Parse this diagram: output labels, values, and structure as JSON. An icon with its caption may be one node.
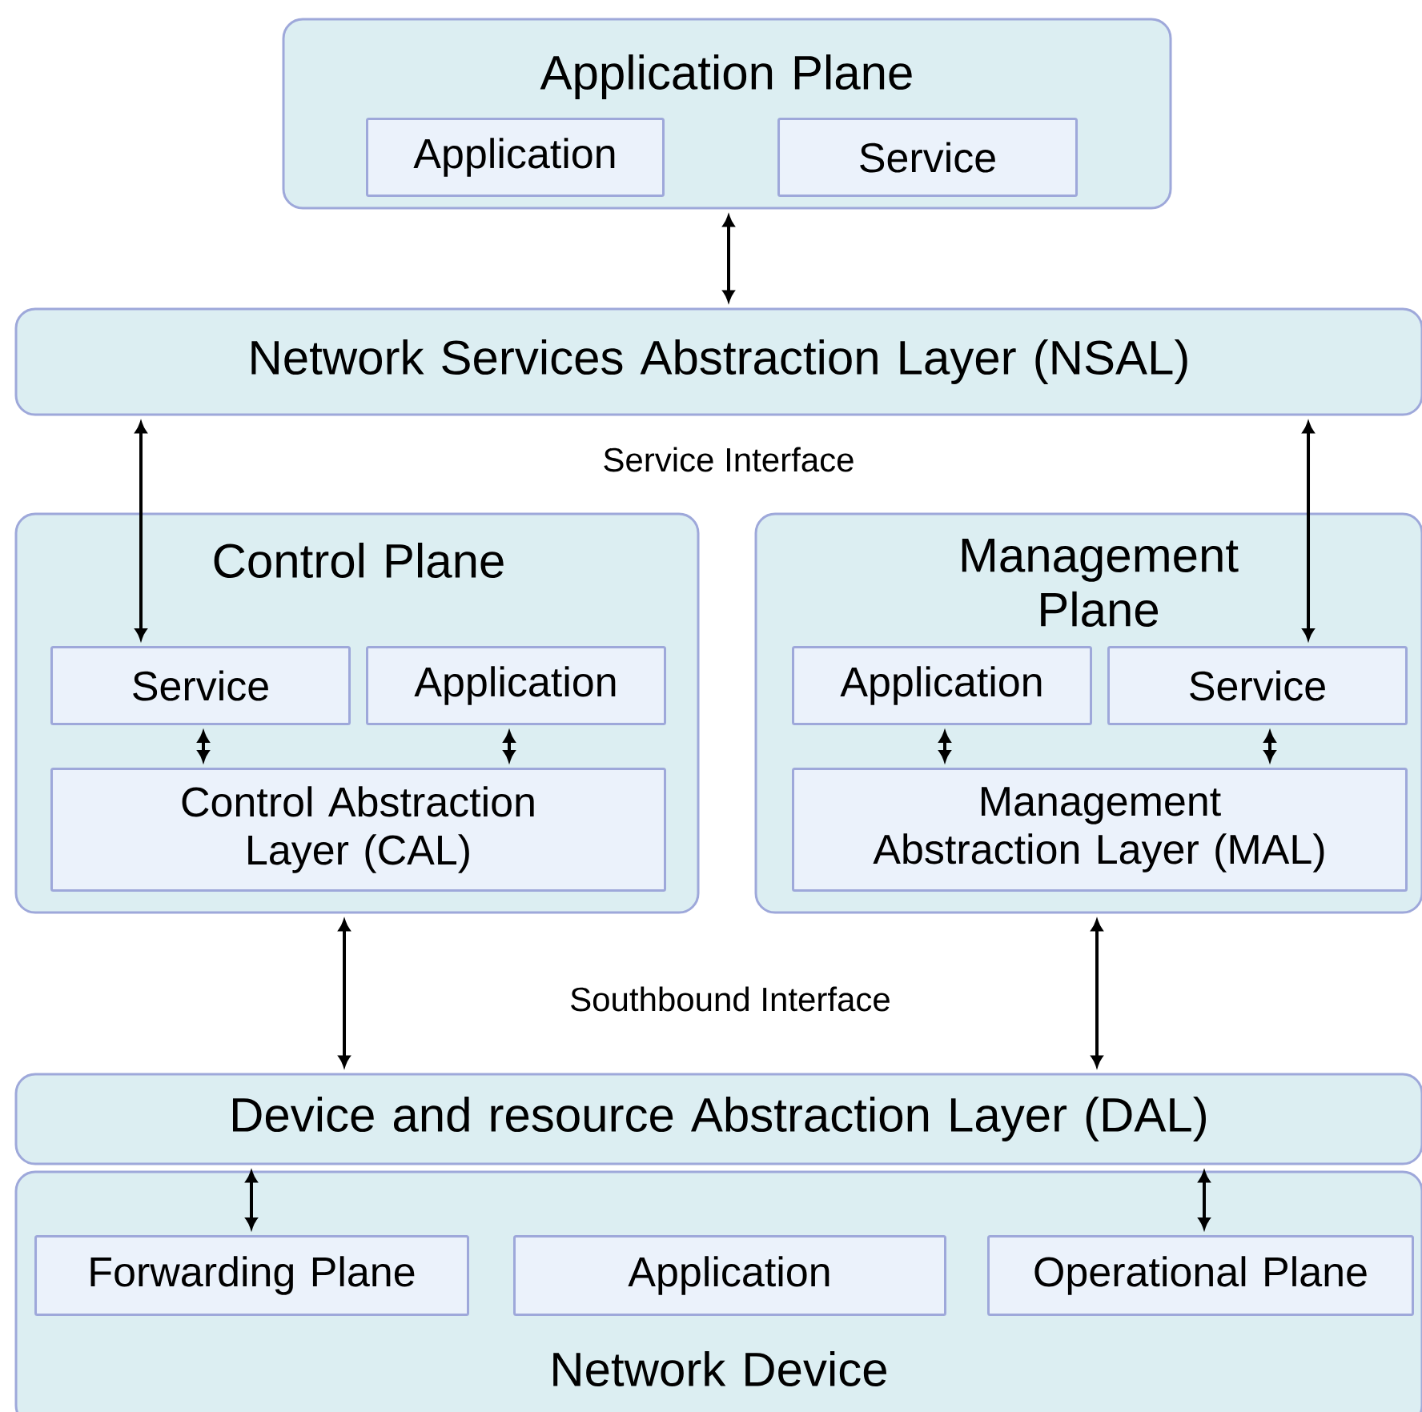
{
  "diagram": {
    "nodes": [
      {
        "text": [
          "Application Plane"
        ]
      },
      {
        "text": [
          "Application"
        ],
        "in": 0
      },
      {
        "text": [
          "Service"
        ],
        "in": 0
      },
      {
        "text": [
          "Network Services Abstraction Layer (NSAL)"
        ]
      },
      {
        "text": [
          "Control Plane"
        ]
      },
      {
        "text": [
          "Service"
        ],
        "in": 4
      },
      {
        "text": [
          "Application"
        ],
        "in": 4
      },
      {
        "text": [
          "Control Abstraction Layer (CAL)"
        ],
        "in": 4
      },
      {
        "text": [
          "Management Plane"
        ]
      },
      {
        "text": [
          "Application"
        ],
        "in": 8
      },
      {
        "text": [
          "Service"
        ],
        "in": 8
      },
      {
        "text": [
          "Management Abstraction Layer (MAL)"
        ],
        "in": 8
      },
      {
        "text": [
          "Device and resource Abstraction Layer (DAL)"
        ]
      },
      {
        "text": [
          "Network Device"
        ]
      },
      {
        "text": [
          "Forwarding Plane"
        ],
        "in": 13
      },
      {
        "text": [
          "Application"
        ],
        "in": 13
      },
      {
        "text": [
          "Operational Plane"
        ],
        "in": 13
      }
    ],
    "edges": [
      {
        "from": 0,
        "to": 3,
        "arrow": "both"
      },
      {
        "from": 3,
        "to": 5,
        "arrow": "both"
      },
      {
        "from": 3,
        "to": 10,
        "arrow": "both"
      },
      {
        "from": 5,
        "to": 7,
        "arrow": "both"
      },
      {
        "from": 6,
        "to": 7,
        "arrow": "both"
      },
      {
        "from": 9,
        "to": 11,
        "arrow": "both"
      },
      {
        "from": 10,
        "to": 11,
        "arrow": "both"
      },
      {
        "from": 4,
        "to": 12,
        "arrow": "both"
      },
      {
        "from": 8,
        "to": 12,
        "arrow": "both"
      },
      {
        "from": 12,
        "to": 14,
        "arrow": "both"
      },
      {
        "from": 12,
        "to": 16,
        "arrow": "both"
      }
    ],
    "labels": [
      "Service Interface",
      "Southbound Interface"
    ]
  }
}
